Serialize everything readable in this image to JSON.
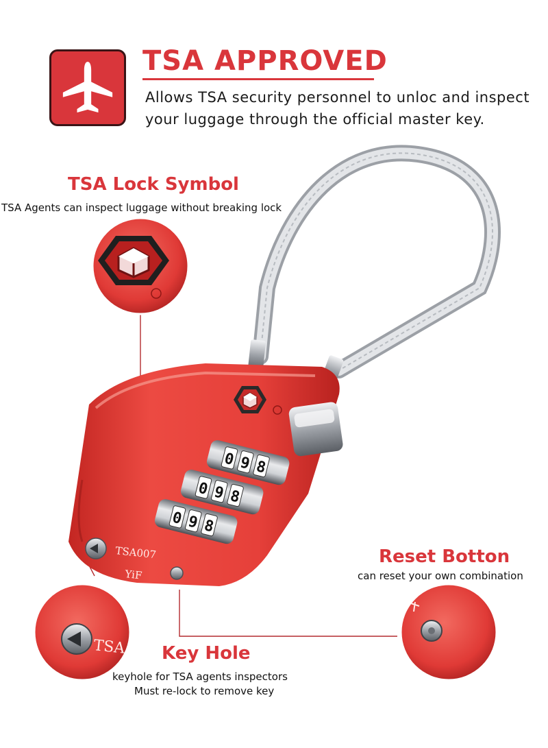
{
  "header": {
    "title": "TSA APPROVED",
    "description_line1": "Allows TSA security personnel to unloc and inspect",
    "description_line2": "your luggage through the official master key."
  },
  "features": {
    "lock_symbol": {
      "title": "TSA Lock Symbol",
      "description": "TSA Agents can inspect luggage without breaking lock"
    },
    "reset_button": {
      "title": "Reset Botton",
      "description": "can reset your own combination"
    },
    "key_hole": {
      "title": "Key Hole",
      "description_line1": "keyhole for TSA agents inspectors",
      "description_line2": "Must re-lock to remove key"
    }
  },
  "product": {
    "model_text": "TSA007",
    "brand_text": "YiF",
    "zoom_label": "TSA",
    "dial_digits": [
      "0",
      "9",
      "8"
    ]
  },
  "colors": {
    "brand_red": "#d9363b",
    "lock_red": "#e8403c",
    "cable_silver": "#c9ccd0",
    "leader_line": "#b32a2e"
  },
  "icons": {
    "header": "airplane-icon",
    "tsa_symbol": "tsa-diamond-icon"
  }
}
